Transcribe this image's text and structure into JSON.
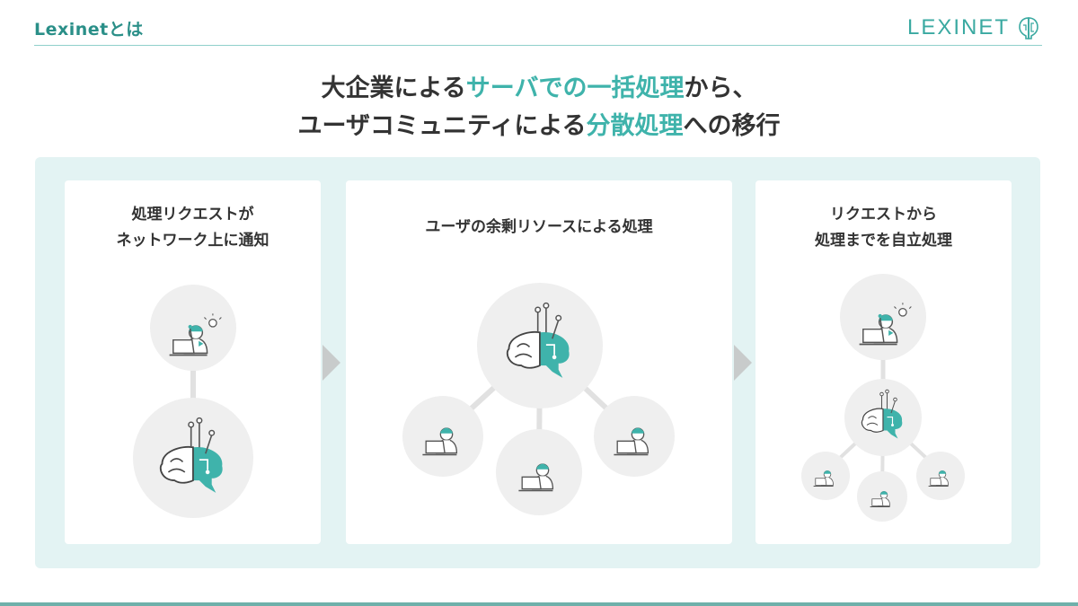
{
  "header": {
    "title": "Lexinetとは",
    "brand": "LEXINET"
  },
  "headline": {
    "line1_pre": "大企業による",
    "line1_hl": "サーバでの一括処理",
    "line1_post": "から、",
    "line2_pre": "ユーザコミュニティによる",
    "line2_hl": "分散処理",
    "line2_post": "への移行"
  },
  "cards": [
    {
      "title_line1": "処理リクエストが",
      "title_line2": "ネットワーク上に通知"
    },
    {
      "title_line1": "ユーザの余剰リソースによる処理"
    },
    {
      "title_line1": "リクエストから",
      "title_line2": "処理までを自立処理"
    }
  ],
  "colors": {
    "accent": "#3fb3ab",
    "header_accent": "#2a8f88",
    "panel_bg": "#e3f3f3",
    "circle_bg": "#efefef",
    "arrow": "#c8cbcb"
  },
  "icons": [
    "lexinet-logo-icon",
    "user-laptop-icon",
    "brain-circuit-icon",
    "lightbulb-icon",
    "next-arrow-icon"
  ]
}
